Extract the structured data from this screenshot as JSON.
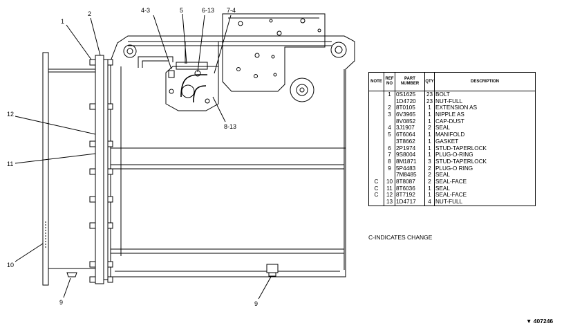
{
  "callouts": {
    "c1": "1",
    "c2": "2",
    "c4_3": "4-3",
    "c5": "5",
    "c6_13": "6-13",
    "c7_4": "7-4",
    "c8_13": "8-13",
    "c12": "12",
    "c11": "11",
    "c10": "10",
    "c9_left": "9",
    "c9_bottom": "9"
  },
  "table": {
    "headers": {
      "note": "NOTE",
      "ref": "REF NO",
      "part": "PART NUMBER",
      "qty": "QTY",
      "desc": "DESCRIPTION"
    },
    "rows": [
      {
        "note": "",
        "ref": "1",
        "part": "0S1625",
        "qty": "23",
        "desc": "BOLT"
      },
      {
        "note": "",
        "ref": "",
        "part": "1D4720",
        "qty": "23",
        "desc": "NUT-FULL"
      },
      {
        "note": "",
        "ref": "2",
        "part": "8T0105",
        "qty": "1",
        "desc": "EXTENSION AS"
      },
      {
        "note": "",
        "ref": "3",
        "part": "6V3965",
        "qty": "1",
        "desc": "NIPPLE AS"
      },
      {
        "note": "",
        "ref": "",
        "part": "8V0852",
        "qty": "1",
        "desc": "CAP-DUST"
      },
      {
        "note": "",
        "ref": "4",
        "part": "3J1907",
        "qty": "2",
        "desc": "SEAL"
      },
      {
        "note": "",
        "ref": "5",
        "part": "6T6064",
        "qty": "1",
        "desc": "MANIFOLD"
      },
      {
        "note": "",
        "ref": "",
        "part": "3T8662",
        "qty": "1",
        "desc": "GASKET"
      },
      {
        "note": "",
        "ref": "6",
        "part": "2P1974",
        "qty": "1",
        "desc": "STUD-TAPERLOCK"
      },
      {
        "note": "",
        "ref": "7",
        "part": "9S8004",
        "qty": "1",
        "desc": "PLUG-O-RING"
      },
      {
        "note": "",
        "ref": "8",
        "part": "8M1871",
        "qty": "3",
        "desc": "STUD-TAPERLOCK"
      },
      {
        "note": "",
        "ref": "9",
        "part": "5P4483",
        "qty": "2",
        "desc": "PLUG-O RING"
      },
      {
        "note": "",
        "ref": "",
        "part": "7M8485",
        "qty": "2",
        "desc": "SEAL"
      },
      {
        "note": "C",
        "ref": "10",
        "part": "8T8087",
        "qty": "2",
        "desc": "SEAL-FACE"
      },
      {
        "note": "C",
        "ref": "11",
        "part": "8T6036",
        "qty": "1",
        "desc": "SEAL"
      },
      {
        "note": "C",
        "ref": "12",
        "part": "8T7192",
        "qty": "1",
        "desc": "SEAL-FACE"
      },
      {
        "note": "",
        "ref": "13",
        "part": "1D4717",
        "qty": "4",
        "desc": "NUT-FULL"
      }
    ]
  },
  "legend": "C-INDICATES CHANGE",
  "drawing_number": "407246"
}
